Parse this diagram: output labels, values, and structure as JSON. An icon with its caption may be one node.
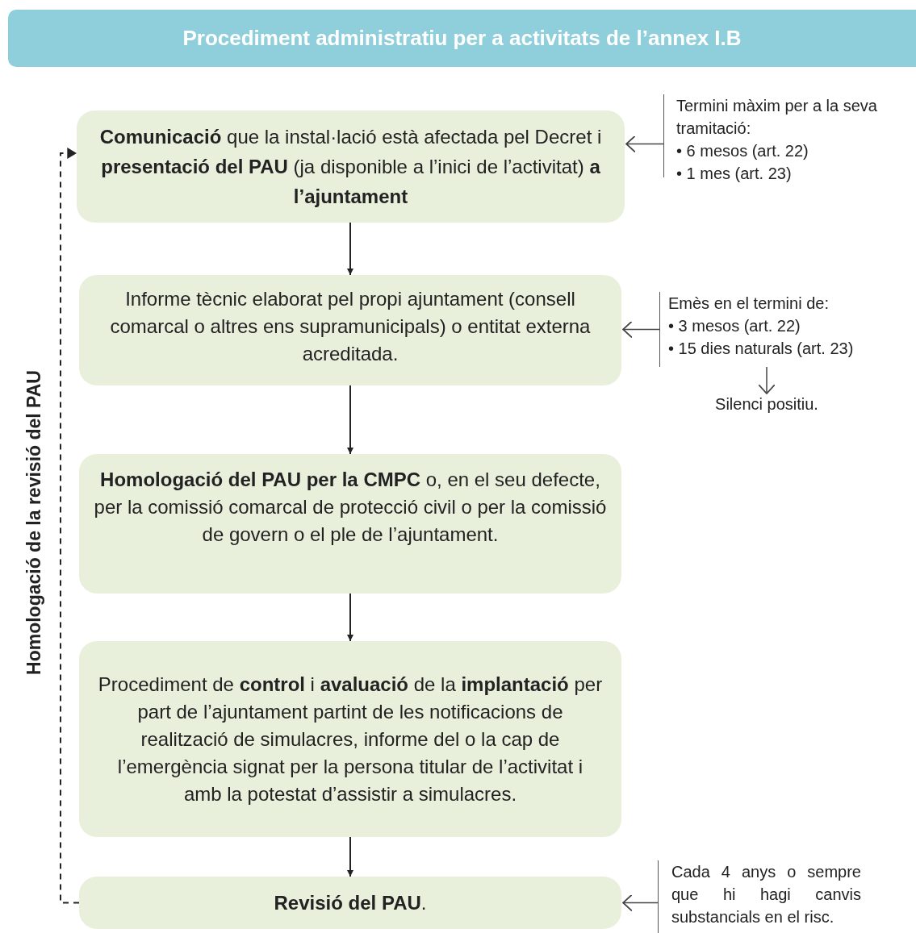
{
  "diagram": {
    "title": "Procediment administratiu per a activitats de l’annex I.B",
    "nodes": [
      {
        "text": [
          "**Comunicació** que la instal·lació està afectada pel Decret i **presentació del PAU** (ja disponible a l’inici de l’activitat) **a l’ajuntament**"
        ]
      },
      {
        "text": [
          "Informe tècnic elaborat pel propi ajuntament (consell comarcal o altres ens supramunicipals) o entitat externa acreditada."
        ]
      },
      {
        "text": [
          "**Homologació del PAU per la CMPC** o, en el seu defecte, per la comissió comarcal de protecció civil o per la comissió de govern o el ple de l’ajuntament."
        ]
      },
      {
        "text": [
          "Procediment de **control** i **avaluació** de la **implantació** per part de l’ajuntament partint de les notificacions de realització de simulacres, informe del o la cap de l’emergència signat per la persona titular de l’activitat i amb la potestat d’assistir a simulacres."
        ]
      },
      {
        "text": [
          "**Revisió del PAU**."
        ]
      },
      {
        "text": [
          "Termini màxim per a la seva tramitació:",
          "• 6 mesos (art. 22)",
          "• 1 mes (art. 23)"
        ]
      },
      {
        "text": [
          "Emès en el termini de:",
          "• 3 mesos (art. 22)",
          "• 15 dies naturals (art. 23)"
        ]
      },
      {
        "text": [
          "Silenci positiu."
        ]
      },
      {
        "text": [
          "Cada 4 anys o sempre que hi hagi canvis substancials en el risc."
        ]
      }
    ],
    "edges": [
      {
        "from": 0,
        "to": 1,
        "arrow": "to"
      },
      {
        "from": 1,
        "to": 2,
        "arrow": "to"
      },
      {
        "from": 2,
        "to": 3,
        "arrow": "to"
      },
      {
        "from": 3,
        "to": 4,
        "arrow": "to"
      },
      {
        "from": 5,
        "to": 0,
        "arrow": "to"
      },
      {
        "from": 6,
        "to": 1,
        "arrow": "to"
      },
      {
        "from": 6,
        "to": 7,
        "arrow": "to"
      },
      {
        "from": 8,
        "to": 4,
        "arrow": "to"
      },
      {
        "from": 4,
        "to": 0,
        "arrow": "to",
        "style": "dashed",
        "label": "Homologació de la revisió del PAU"
      }
    ]
  }
}
